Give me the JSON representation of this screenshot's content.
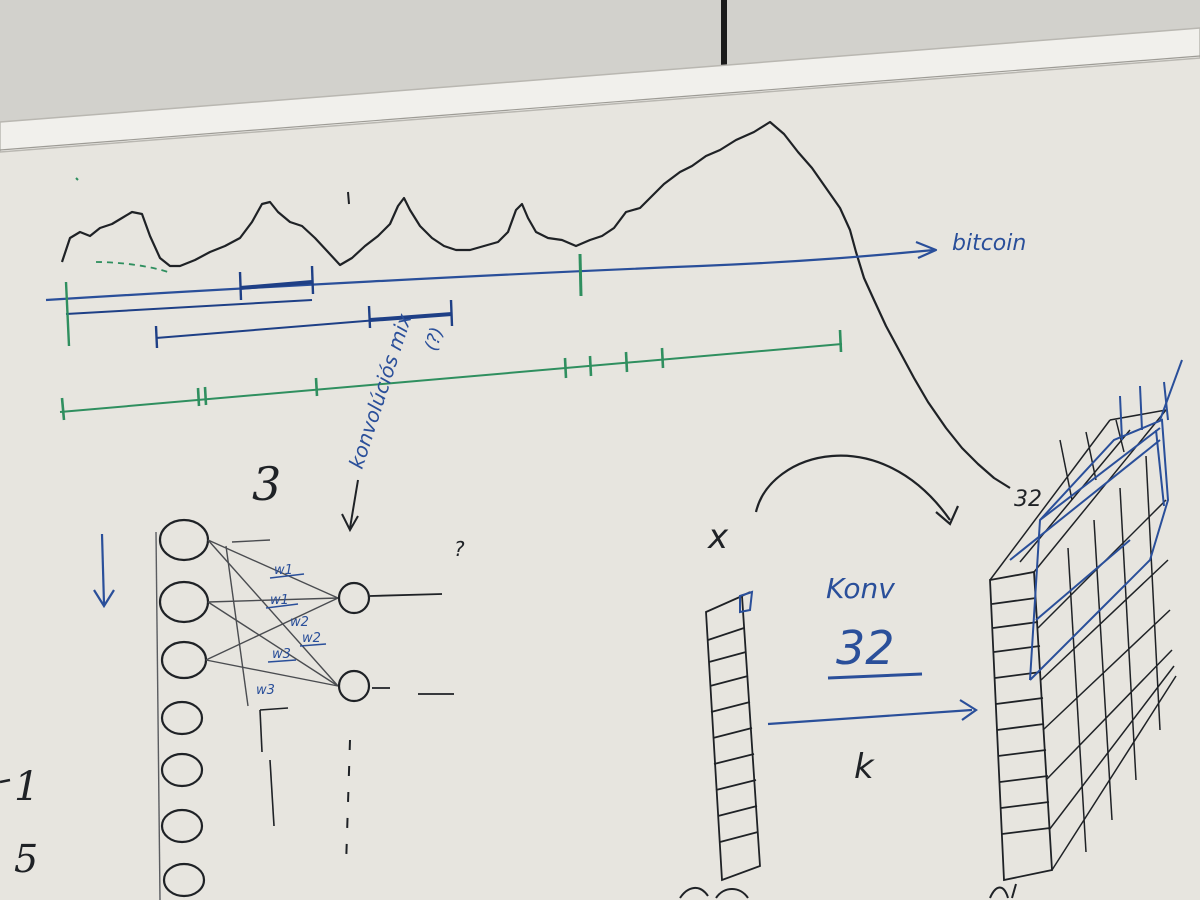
{
  "photo": {
    "surface": "whiteboard",
    "colors": {
      "wall": "#d2d1cc",
      "board": "#e7e5df",
      "frame": "#f1f0ec",
      "marker_black": "#1f2226",
      "marker_blue": "#2a4f9a",
      "marker_blue_dark": "#1e3f86",
      "marker_green": "#2f8f5f"
    }
  },
  "annotations": {
    "series_label": "bitcoin",
    "numeral_three": "3",
    "x_symbol": "x",
    "rotated_note": "konvolúciós mix",
    "query_mark_1": "?",
    "query_mark_2": "(?)",
    "weight_labels": [
      "w1",
      "w1",
      "w2",
      "w2",
      "w3",
      "w3"
    ],
    "filters_word": "Konv",
    "filters_count": "32",
    "kernel_symbol": "k",
    "grid_count": "32",
    "left_digit_1": "1",
    "left_digit_2": "5"
  }
}
